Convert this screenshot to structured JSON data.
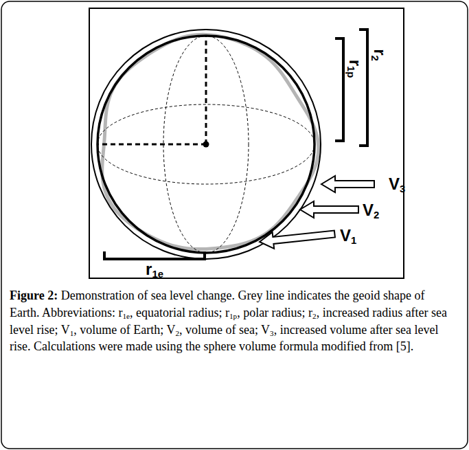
{
  "diagram": {
    "caption": "Figure 2: Demonstration of sea level change. Grey line indicates the geoid shape of Earth. Abbreviations: r1e, equatorial radius; r1p, polar radius; r2, increased radius after sea level rise; V1, volume of Earth; V2, volume of sea; V3, increased volume after sea level rise. Calculations were made using the sphere volume formula modified from [5].",
    "labels": [
      "r1p",
      "r2",
      "V3",
      "V2",
      "V1",
      "r1e"
    ]
  }
}
